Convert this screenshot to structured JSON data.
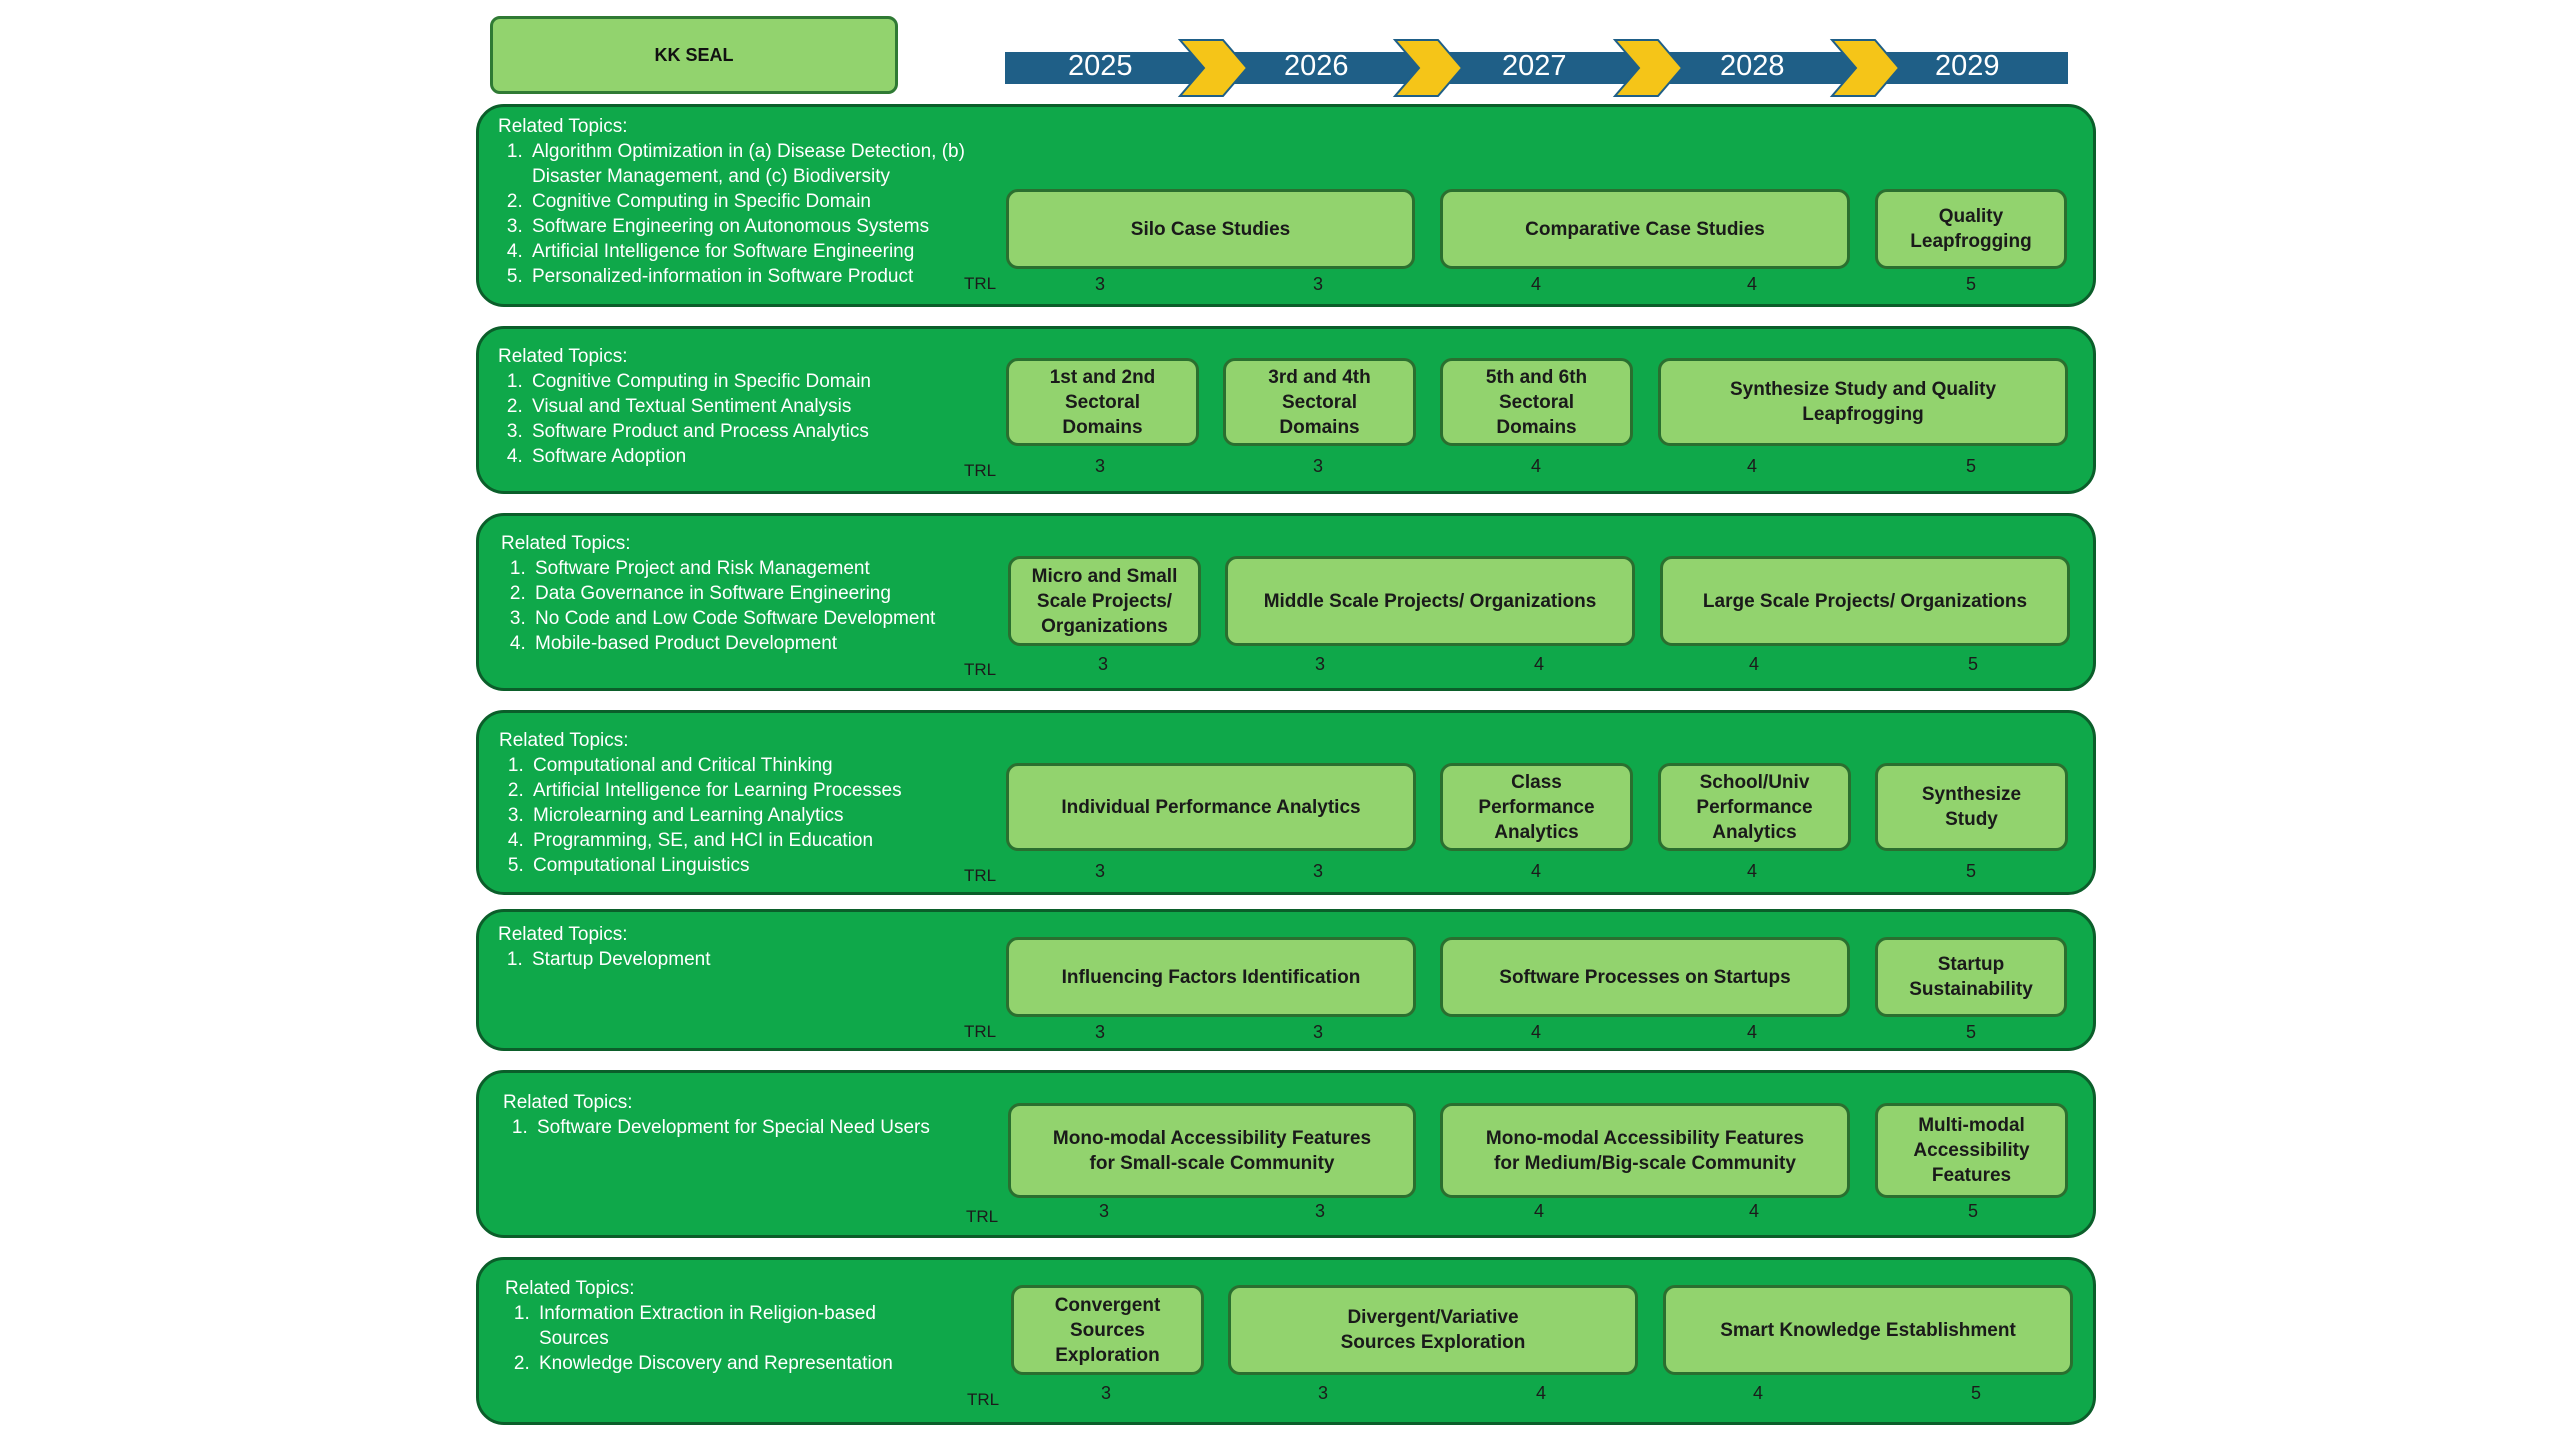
{
  "seal_label": "KK SEAL",
  "years": [
    "2025",
    "2026",
    "2027",
    "2028",
    "2029"
  ],
  "colors": {
    "timeline_bar": "#1f5f87",
    "chevron": "#f5c518",
    "row_bg": "#0fa84a",
    "box_bg": "#92d36e"
  },
  "trl_label": "TRL",
  "rows": [
    {
      "heading": "Related Topics:",
      "topics": [
        "Algorithm Optimization in (a) Disease Detection, (b) Disaster Management, and (c) Biodiversity",
        "Cognitive Computing in Specific Domain",
        "Software Engineering on Autonomous Systems",
        "Artificial Intelligence for Software Engineering",
        "Personalized-information in Software Product"
      ],
      "boxes": [
        "Silo Case Studies",
        "Comparative Case Studies",
        "Quality\nLeapfrogging"
      ],
      "trl": [
        "3",
        "3",
        "4",
        "4",
        "5"
      ]
    },
    {
      "heading": "Related Topics:",
      "topics": [
        "Cognitive Computing in Specific Domain",
        "Visual and Textual Sentiment Analysis",
        "Software Product and Process Analytics",
        "Software Adoption"
      ],
      "boxes": [
        "1st and 2nd\nSectoral\nDomains",
        "3rd and 4th\nSectoral\nDomains",
        "5th and 6th\nSectoral\nDomains",
        "Synthesize Study and Quality\nLeapfrogging"
      ],
      "trl": [
        "3",
        "3",
        "4",
        "4",
        "5"
      ]
    },
    {
      "heading": "Related Topics:",
      "topics": [
        "Software Project and Risk Management",
        "Data Governance in Software Engineering",
        "No Code and Low Code Software Development",
        "Mobile-based Product Development"
      ],
      "boxes": [
        "Micro and Small\nScale Projects/\nOrganizations",
        "Middle Scale Projects/ Organizations",
        "Large Scale Projects/ Organizations"
      ],
      "trl": [
        "3",
        "3",
        "4",
        "4",
        "5"
      ]
    },
    {
      "heading": "Related Topics:",
      "topics": [
        "Computational and Critical Thinking",
        "Artificial Intelligence for Learning Processes",
        "Microlearning and Learning Analytics",
        "Programming, SE, and HCI in Education",
        "Computational Linguistics"
      ],
      "boxes": [
        "Individual Performance Analytics",
        "Class\nPerformance\nAnalytics",
        "School/Univ\nPerformance\nAnalytics",
        "Synthesize\nStudy"
      ],
      "trl": [
        "3",
        "3",
        "4",
        "4",
        "5"
      ]
    },
    {
      "heading": "Related Topics:",
      "topics": [
        "Startup Development"
      ],
      "boxes": [
        "Influencing Factors Identification",
        "Software Processes on Startups",
        "Startup\nSustainability"
      ],
      "trl": [
        "3",
        "3",
        "4",
        "4",
        "5"
      ]
    },
    {
      "heading": "Related Topics:",
      "topics": [
        "Software Development for Special Need Users"
      ],
      "boxes": [
        "Mono-modal Accessibility Features\nfor Small-scale Community",
        "Mono-modal Accessibility Features\nfor Medium/Big-scale Community",
        "Multi-modal\nAccessibility\nFeatures"
      ],
      "trl": [
        "3",
        "3",
        "4",
        "4",
        "5"
      ]
    },
    {
      "heading": "Related Topics:",
      "topics": [
        "Information Extraction in Religion-based Sources",
        "Knowledge Discovery and Representation"
      ],
      "boxes": [
        "Convergent\nSources\nExploration",
        "Divergent/Variative\nSources Exploration",
        "Smart Knowledge Establishment"
      ],
      "trl": [
        "3",
        "3",
        "4",
        "4",
        "5"
      ]
    }
  ]
}
